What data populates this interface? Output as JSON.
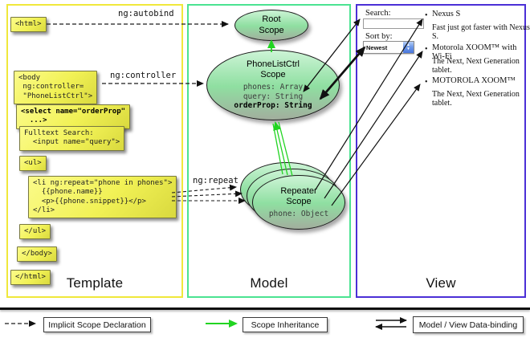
{
  "header": {
    "template": "Template",
    "model": "Model",
    "view": "View"
  },
  "annotations": {
    "autobind": "ng:autobind",
    "controller": "ng:controller",
    "repeat": "ng:repeat"
  },
  "template_boxes": {
    "html_open": "<html>",
    "body_open": "<body\n ng:controller=\n \"PhoneListCtrl\">",
    "select": "<select name=\"orderProp\"\n  ...>",
    "fulltext": "Fulltext Search:\n  <input name=\"query\">",
    "ul_open": "<ul>",
    "li": "<li ng:repeat=\"phone in phones\">\n  {{phone.name}}\n  <p>{{phone.snippet}}</p>\n</li>",
    "ul_close": "</ul>",
    "body_close": "</body>",
    "html_close": "</html>"
  },
  "scopes": {
    "root_title": "Root\nScope",
    "phonelist_title": "PhoneListCtrl\nScope",
    "phonelist_props": {
      "p1": "phones: Array",
      "p2": "query: String",
      "p3": "orderProp: String"
    },
    "repeater_title": "Repeater\nScope",
    "repeater_prop": "phone: Object"
  },
  "view_panel": {
    "search_label": "Search:",
    "search_value": "",
    "sort_label": "Sort by:",
    "sort_value": "Newest",
    "bullet": "•",
    "items": [
      {
        "name": "Nexus S",
        "desc": "Fast just got faster with Nexus S."
      },
      {
        "name": "Motorola XOOM™ with Wi-Fi",
        "desc": "The Next, Next Generation tablet."
      },
      {
        "name": "MOTOROLA XOOM™",
        "desc": "The Next, Next Generation tablet."
      }
    ]
  },
  "legend": {
    "implicit": "Implicit Scope Declaration",
    "inheritance": "Scope Inheritance",
    "binding": "Model / View Data-binding"
  },
  "colors": {
    "template_border": "#f0e83b",
    "model_border": "#4be391",
    "view_border": "#4b2fd6",
    "inheritance_arrow": "#21d421",
    "code_box_yellow": "#f1f155",
    "scope_green": "#8fdfa1"
  }
}
